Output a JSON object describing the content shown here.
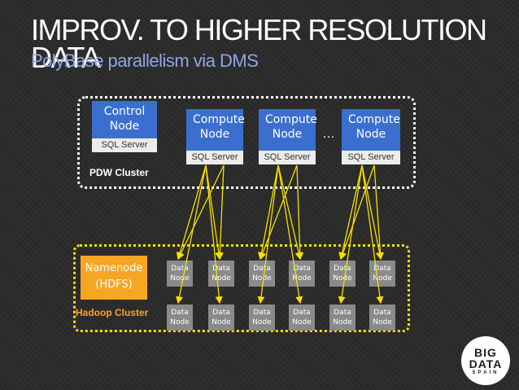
{
  "slide": {
    "title": "IMPROV. TO HIGHER RESOLUTION DATA",
    "subtitle": "PolyBase parallelism via DMS"
  },
  "pdw_cluster": {
    "label": "PDW Cluster",
    "control_node": {
      "label": "Control Node",
      "sub": "SQL Server"
    },
    "compute_nodes": [
      {
        "label": "Compute Node",
        "sub": "SQL Server"
      },
      {
        "label": "Compute Node",
        "sub": "SQL Server"
      },
      {
        "label": "Compute Node",
        "sub": "SQL Server"
      }
    ],
    "ellipsis": "…"
  },
  "hadoop_cluster": {
    "label": "Hadoop Cluster",
    "namenode": {
      "label": "Namenode (HDFS)"
    },
    "data_nodes_top": [
      "Data Node",
      "Data Node",
      "Data Node",
      "Data Node",
      "Data Node",
      "Data Node"
    ],
    "data_nodes_bottom": [
      "Data Node",
      "Data Node",
      "Data Node",
      "Data Node",
      "Data Node",
      "Data Node"
    ]
  },
  "logo": {
    "line1": "BIG",
    "line2": "DATA",
    "line3": "SPAIN"
  },
  "colors": {
    "background": "#2b2b2b",
    "title": "#ffffff",
    "subtitle": "#8fa6e6",
    "node_blue": "#3b6fcf",
    "namenode_orange": "#f5a623",
    "data_node_gray": "#8a8a8a",
    "arrow_yellow": "#f6e000",
    "pdw_label": "#ffffff",
    "hadoop_label": "#f5a623"
  }
}
